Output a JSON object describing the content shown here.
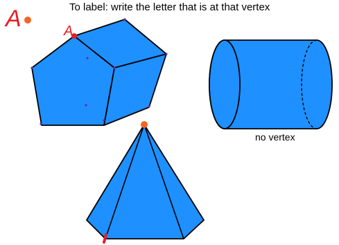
{
  "instruction": "To label: write the letter that is at that vertex",
  "labels": {
    "example_letter": "A",
    "vertex_letter": "A",
    "cylinder_caption": "no vertex"
  },
  "colors": {
    "fill": "#1e90ff",
    "stroke": "#000000",
    "marker_orange": "#f26522",
    "marker_red": "#e41e26",
    "dot_purple": "#7b1fa2"
  },
  "shapes": [
    "pentagonal-prism",
    "cylinder",
    "hexagonal-pyramid"
  ]
}
